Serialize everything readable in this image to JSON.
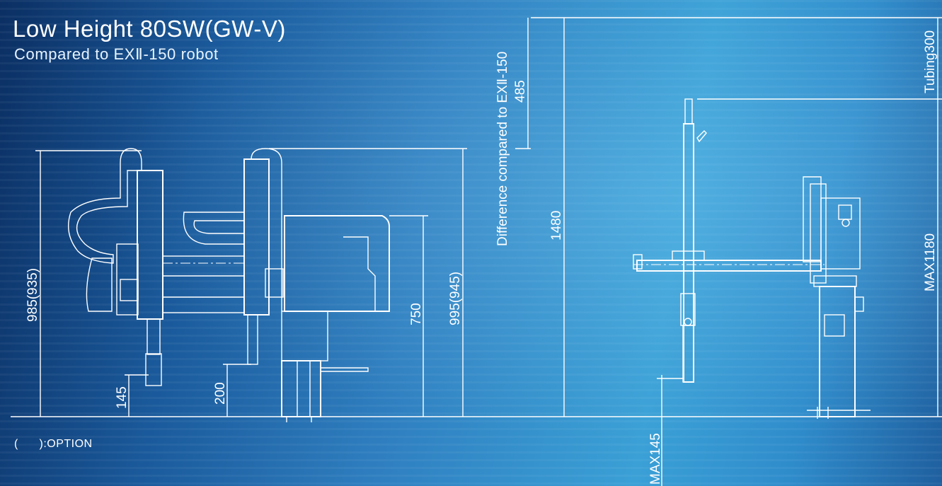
{
  "title": "Low Height 80SW(GW-V)",
  "subtitle": "Compared to EXⅡ-150 robot",
  "legend": "(      ):OPTION",
  "dims": {
    "left_height": "985(935)",
    "right_height": "995(945)",
    "d750": "750",
    "d145": "145",
    "d200": "200",
    "d1480": "1480",
    "d485": "485",
    "difference": "Difference compared to EXⅡ-150",
    "tubing": "Tubing300",
    "max1180": "MAX1180",
    "max145": "MAX145"
  }
}
